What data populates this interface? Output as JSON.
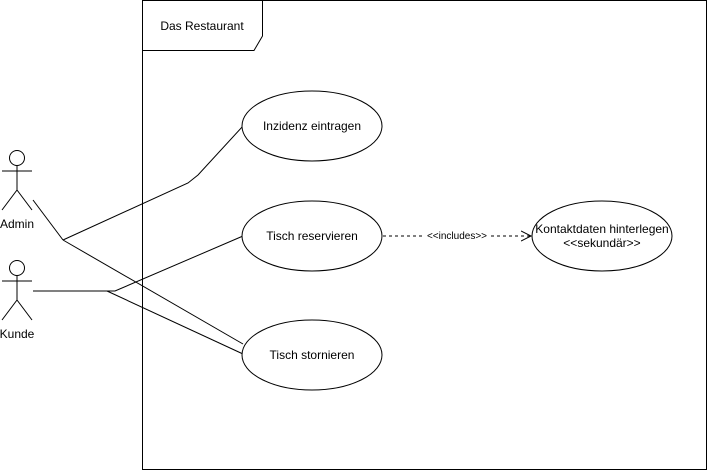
{
  "diagram": {
    "type": "uml-use-case",
    "system": {
      "title": "Das Restaurant"
    },
    "actors": [
      {
        "id": "admin",
        "label": "Admin"
      },
      {
        "id": "kunde",
        "label": "Kunde"
      }
    ],
    "use_cases": [
      {
        "id": "inzidenz",
        "label": "Inzidenz eintragen"
      },
      {
        "id": "reservieren",
        "label": "Tisch reservieren"
      },
      {
        "id": "stornieren",
        "label": "Tisch stornieren"
      },
      {
        "id": "kontakt",
        "label_line1": "Kontaktdaten hinterlegen",
        "label_line2": "<<sekundär>>"
      }
    ],
    "associations": [
      {
        "from": "admin",
        "to": "inzidenz"
      },
      {
        "from": "admin",
        "to": "stornieren"
      },
      {
        "from": "kunde",
        "to": "reservieren"
      },
      {
        "from": "kunde",
        "to": "stornieren"
      }
    ],
    "dependencies": [
      {
        "from": "reservieren",
        "to": "kontakt",
        "stereotype": "<<includes>>"
      }
    ]
  }
}
